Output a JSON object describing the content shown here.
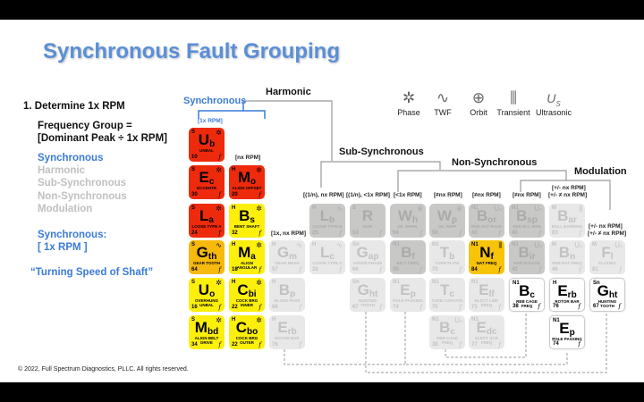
{
  "title": "Synchronous Fault Grouping",
  "left": {
    "step": "1.  Determine 1x RPM",
    "formula_1": "Frequency Group =",
    "formula_2": "[Dominant Peak ÷ 1x RPM]",
    "groups": [
      "Synchronous",
      "Harmonic",
      "Sub-Synchronous",
      "Non-Synchronous",
      "Modulation"
    ],
    "active_color": "#3a7bd5",
    "inactive_color": "#c0c0c0",
    "sync_label": "Synchronous:",
    "sync_value": "[ 1x RPM ]",
    "quote": "“Turning Speed of Shaft”"
  },
  "tree": {
    "synchronous": "Synchronous",
    "harmonic": "Harmonic",
    "sub_synchronous": "Sub-Synchronous",
    "non_synchronous": "Non-Synchronous",
    "modulation": "Modulation"
  },
  "column_labels": {
    "c1": "[1x RPM]",
    "c2": "[nx RPM]",
    "c3": "[1x, nx RPM]",
    "c4": "[(1/n), nx RPM]",
    "c5": "[(1/n), <1x RPM]",
    "c6": "[<1x RPM]",
    "c7": "[≠nx RPM]",
    "c8": "[≠nx RPM]",
    "c9": "[≠nx RPM]",
    "c10a": "[+/- nx RPM]",
    "c10b": "[+/- ≠ nx RPM]",
    "c11a": "[+/-  nx RPM]",
    "c11b": "[+/- ≠ nx RPM]"
  },
  "legend": [
    {
      "icon": "phase-icon",
      "label": "Phase"
    },
    {
      "icon": "twf-icon",
      "label": "TWF"
    },
    {
      "icon": "orbit-icon",
      "label": "Orbit"
    },
    {
      "icon": "transient-icon",
      "label": "Transient"
    },
    {
      "icon": "ultrasonic-icon",
      "label": "Ultrasonic"
    }
  ],
  "tiles": [
    [
      {
        "s": "U",
        "b": "b",
        "n": "UNBAL",
        "num": "10",
        "t": "S",
        "i": "phase",
        "c": "red"
      },
      null,
      null,
      null,
      null,
      null,
      null,
      null,
      null,
      null,
      null
    ],
    [
      {
        "s": "E",
        "b": "c",
        "n": "ECCENTR",
        "num": "30",
        "t": "S",
        "i": "phase",
        "c": "red"
      },
      {
        "s": "M",
        "b": "o",
        "n": "ALIGN OFFSET",
        "num": "20",
        "t": "H",
        "i": "phase",
        "c": "red"
      },
      null,
      null,
      null,
      null,
      null,
      null,
      null,
      null,
      null
    ],
    [
      {
        "s": "L",
        "b": "a",
        "n": "LOOSE TYPE A",
        "num": "24",
        "t": "S",
        "i": "phase",
        "c": "red"
      },
      {
        "s": "B",
        "b": "s",
        "n": "BENT SHAFT",
        "num": "32",
        "t": "H",
        "i": "phase",
        "c": "yellow"
      },
      null,
      {
        "s": "L",
        "b": "b",
        "n": "LOOSE TYPE B",
        "num": "25",
        "t": "H",
        "i": "twf",
        "c": "dark"
      },
      {
        "s": "R",
        "b": "",
        "n": "RUB",
        "num": "53",
        "t": "S",
        "i": "",
        "c": "dark"
      },
      {
        "s": "W",
        "b": "h",
        "n": "OIL WHIRL",
        "num": "54",
        "t": "",
        "i": "orbit",
        "c": "dark"
      },
      {
        "s": "W",
        "b": "p",
        "n": "OIL WHIP",
        "num": "56",
        "t": "",
        "i": "orbit",
        "c": "dark"
      },
      {
        "s": "B",
        "b": "or",
        "n": "REB OUT RACE",
        "num": "43",
        "t": "N1",
        "i": "us",
        "c": "dark"
      },
      {
        "s": "B",
        "b": "sp",
        "n": "REB BLL SPIN",
        "num": "40",
        "t": "N1",
        "i": "us",
        "c": "dark"
      },
      {
        "s": "B",
        "b": "ar",
        "n": "ROLL BARRING",
        "num": "83",
        "t": "M",
        "i": "transient",
        "c": "light"
      },
      null
    ],
    [
      {
        "s": "G",
        "b": "th",
        "n": "GEAR TOOTH",
        "num": "64",
        "t": "S",
        "i": "twf",
        "c": "orange"
      },
      {
        "s": "M",
        "b": "a",
        "n": "ALIGN ANGULAR",
        "num": "18",
        "t": "H",
        "i": "phase",
        "c": "yellow"
      },
      {
        "s": "G",
        "b": "m",
        "n": "GEAR MESH",
        "num": "57",
        "t": "H",
        "i": "twf",
        "c": "light"
      },
      {
        "s": "L",
        "b": "c",
        "n": "LOOSE TYPE C",
        "num": "28",
        "t": "H",
        "i": "twf",
        "c": "light"
      },
      {
        "s": "G",
        "b": "ap",
        "n": "ASSEM PHASE",
        "num": "66",
        "t": "Sn",
        "i": "",
        "c": "light"
      },
      {
        "s": "B",
        "b": "f",
        "n": "BELT FREQ",
        "num": "35",
        "t": "N1",
        "i": "",
        "c": "dark"
      },
      {
        "s": "T",
        "b": "b",
        "n": "TURB FLOW",
        "num": "70",
        "t": "N1",
        "i": "",
        "c": "light"
      },
      {
        "s": "N",
        "b": "f",
        "n": "NAT FREQ",
        "num": "84",
        "t": "N1",
        "i": "transient",
        "c": "gold"
      },
      {
        "s": "B",
        "b": "ir",
        "n": "REB IN RACE",
        "num": "42",
        "t": "N1",
        "i": "us",
        "c": "dark"
      },
      {
        "s": "B",
        "b": "n",
        "n": "REB NAT FREQ",
        "num": "46",
        "t": "M",
        "i": "us",
        "c": "light"
      },
      {
        "s": "F",
        "b": "l",
        "n": "FLUTING",
        "num": "81",
        "t": "M",
        "i": "us",
        "c": "light"
      }
    ],
    [
      {
        "s": "U",
        "b": "o",
        "n": "OVERHUNG UNBAL",
        "num": "16",
        "t": "S",
        "i": "phase",
        "c": "yellow"
      },
      {
        "s": "C",
        "b": "bi",
        "n": "COCK BRG INNER",
        "num": "22",
        "t": "H",
        "i": "phase",
        "c": "yellow"
      },
      {
        "s": "B",
        "b": "p",
        "n": "BLADE PASS",
        "num": "68",
        "t": "H",
        "i": "",
        "c": "light"
      },
      null,
      {
        "s": "G",
        "b": "ht",
        "n": "HUNTING TOOTH",
        "num": "67",
        "t": "Sn",
        "i": "",
        "c": "light"
      },
      {
        "s": "E",
        "b": "p",
        "n": "POLE PASSING",
        "num": "74",
        "t": "N1",
        "i": "",
        "c": "light"
      },
      {
        "s": "T",
        "b": "c",
        "n": "TURB CAVITATE",
        "num": "70",
        "t": "N1",
        "i": "",
        "c": "light"
      },
      {
        "s": "E",
        "b": "lf",
        "n": "ELECT LINE FREQ",
        "num": "73",
        "t": "N1",
        "i": "",
        "c": "light"
      },
      {
        "s": "B",
        "b": "c",
        "n": "REB CAGE FREQ",
        "num": "38",
        "t": "N1",
        "i": "",
        "c": "white"
      },
      {
        "s": "E",
        "b": "rb",
        "n": "ROTOR BAR",
        "num": "76",
        "t": "H",
        "i": "",
        "c": "white"
      },
      {
        "s": "G",
        "b": "ht",
        "n": "HUNTING TOOTH",
        "num": "67",
        "t": "Sn",
        "i": "",
        "c": "white"
      }
    ],
    [
      {
        "s": "M",
        "b": "bd",
        "n": "ALIGN BELT DRIVE",
        "num": "34",
        "t": "S",
        "i": "phase",
        "c": "yellow"
      },
      {
        "s": "C",
        "b": "bo",
        "n": "COCK BRG OUTER",
        "num": "22",
        "t": "H",
        "i": "phase",
        "c": "yellow"
      },
      {
        "s": "E",
        "b": "rb",
        "n": "ROTOR BAR",
        "num": "76",
        "t": "H",
        "i": "",
        "c": "light"
      },
      null,
      null,
      null,
      {
        "s": "B",
        "b": "c",
        "n": "REB CAGE FREQ",
        "num": "38",
        "t": "N1",
        "i": "us",
        "c": "light"
      },
      {
        "s": "E",
        "b": "dc",
        "n": "ELECT SCR FREQ",
        "num": "77",
        "t": "N1",
        "i": "",
        "c": "light"
      },
      null,
      {
        "s": "E",
        "b": "p",
        "n": "POLE PASSING",
        "num": "74",
        "t": "N1",
        "i": "",
        "c": "white"
      },
      null
    ]
  ],
  "footer": "© 2022, Full Spectrum Diagnostics, PLLC. All rights reserved."
}
